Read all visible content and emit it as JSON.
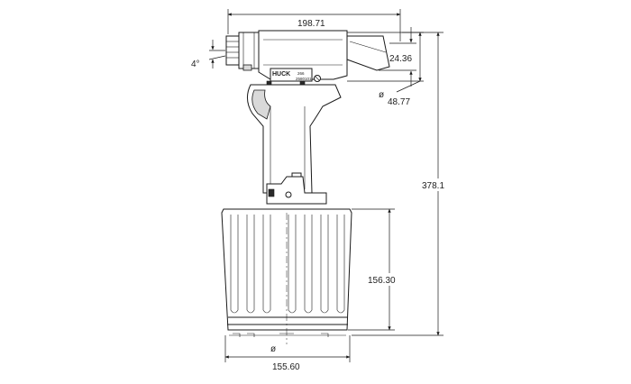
{
  "drawing": {
    "brand_label": "HUCK",
    "model_label": "266",
    "serial_label": "2580101",
    "small_label": "",
    "dimensions": {
      "overall_length": "198.71",
      "angle": "4°",
      "nose_offset": "24.36",
      "nose_diameter_symbol": "ø",
      "nose_diameter": "48.77",
      "overall_height": "378.1",
      "cylinder_height": "156.30",
      "base_diameter_symbol": "ø",
      "base_diameter": "155.60"
    }
  }
}
